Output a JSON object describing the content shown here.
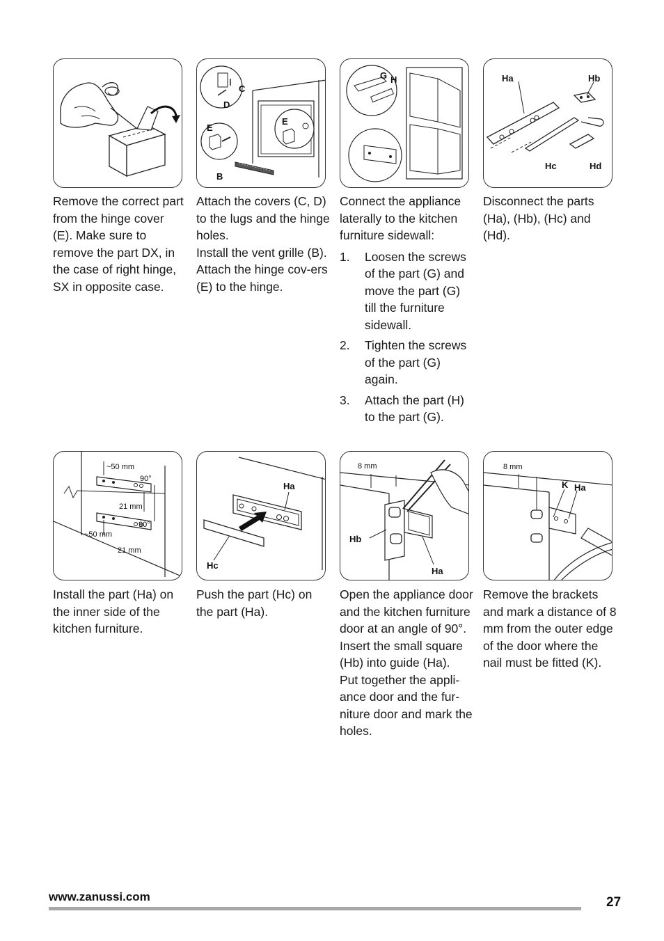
{
  "steps": [
    {
      "caption": "Remove the correct part from the hinge cover (E). Make sure to remove the part DX, in the case of right hinge, SX in opposite case.",
      "labels": []
    },
    {
      "caption_lines": [
        "Attach the covers (C, D) to the lugs and the hinge holes.",
        "Install the vent grille (B).",
        "Attach the hinge cov-ers (E) to the hinge."
      ],
      "labels": {
        "c": "C",
        "d": "D",
        "e1": "E",
        "e2": "E",
        "b": "B"
      }
    },
    {
      "caption": "Connect the appliance laterally to the kitchen furniture sidewall:",
      "list": [
        {
          "num": "1.",
          "text": "Loosen the screws of the part (G) and move the part (G) till the furniture sidewall."
        },
        {
          "num": "2.",
          "text": "Tighten the screws of the part (G) again."
        },
        {
          "num": "3.",
          "text": "Attach the part (H) to the part (G)."
        }
      ],
      "labels": {
        "g": "G",
        "h": "H"
      }
    },
    {
      "caption": "Disconnect the parts (Ha), (Hb), (Hc) and (Hd).",
      "labels": {
        "ha": "Ha",
        "hb": "Hb",
        "hc": "Hc",
        "hd": "Hd"
      }
    },
    {
      "caption": "Install the part (Ha) on the inner side of the kitchen furniture.",
      "labels": {
        "d50a": "~50 mm",
        "a90a": "90°",
        "d21a": "21 mm",
        "a90b": "90°",
        "d50b": "~50 mm",
        "d21b": "21 mm"
      }
    },
    {
      "caption": "Push the part (Hc) on the part (Ha).",
      "labels": {
        "ha": "Ha",
        "hc": "Hc"
      }
    },
    {
      "caption_lines": [
        "Open the appliance door and the kitchen furniture door at an angle of 90°.",
        "Insert the small square (Hb) into guide (Ha).",
        "Put together the appli-ance door and the fur-niture door and mark the holes."
      ],
      "labels": {
        "d8": "8 mm",
        "hb": "Hb",
        "ha": "Ha"
      }
    },
    {
      "caption": "Remove the brackets and mark a distance of 8 mm from the outer edge of the door where the nail must be fitted (K).",
      "labels": {
        "d8": "8 mm",
        "k": "K",
        "ha": "Ha"
      }
    }
  ],
  "footer": {
    "url": "www.zanussi.com",
    "page": "27"
  }
}
